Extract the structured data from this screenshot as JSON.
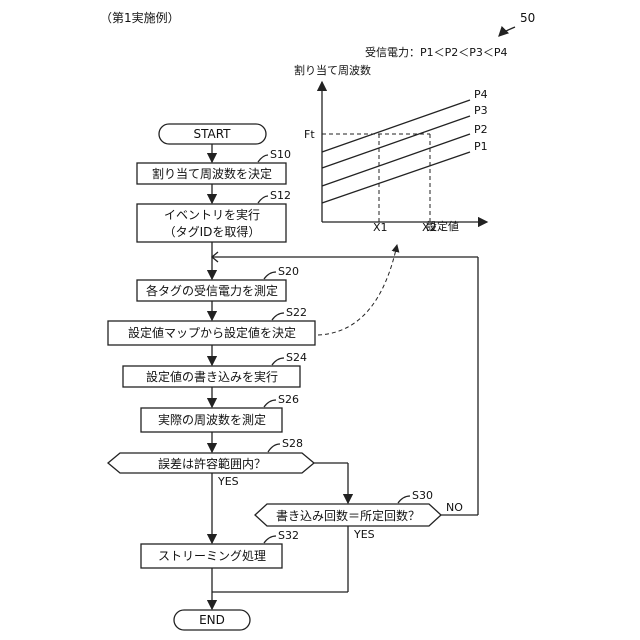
{
  "caption": "（第1実施例）",
  "figure_ref": "50",
  "chart_note": "受信電力：P1＜P2＜P3＜P4",
  "chart": {
    "y_label": "割り当て周波数",
    "x_label": "設定値",
    "ft_label": "Ft",
    "x1_label": "X1",
    "x2_label": "X2",
    "series": [
      "P4",
      "P3",
      "P2",
      "P1"
    ]
  },
  "flow": {
    "start": "START",
    "s10": {
      "step": "S10",
      "text": "割り当て周波数を決定"
    },
    "s12": {
      "step": "S12",
      "line1": "イベントリを実行",
      "line2": "（タグIDを取得）"
    },
    "s20": {
      "step": "S20",
      "text": "各タグの受信電力を測定"
    },
    "s22": {
      "step": "S22",
      "text": "設定値マップから設定値を決定"
    },
    "s24": {
      "step": "S24",
      "text": "設定値の書き込みを実行"
    },
    "s26": {
      "step": "S26",
      "text": "実際の周波数を測定"
    },
    "s28": {
      "step": "S28",
      "text": "誤差は許容範囲内？",
      "yes": "YES"
    },
    "s30": {
      "step": "S30",
      "text": "書き込み回数＝所定回数？",
      "yes": "YES",
      "no": "NO"
    },
    "s32": {
      "step": "S32",
      "text": "ストリーミング処理"
    },
    "end": "END"
  }
}
